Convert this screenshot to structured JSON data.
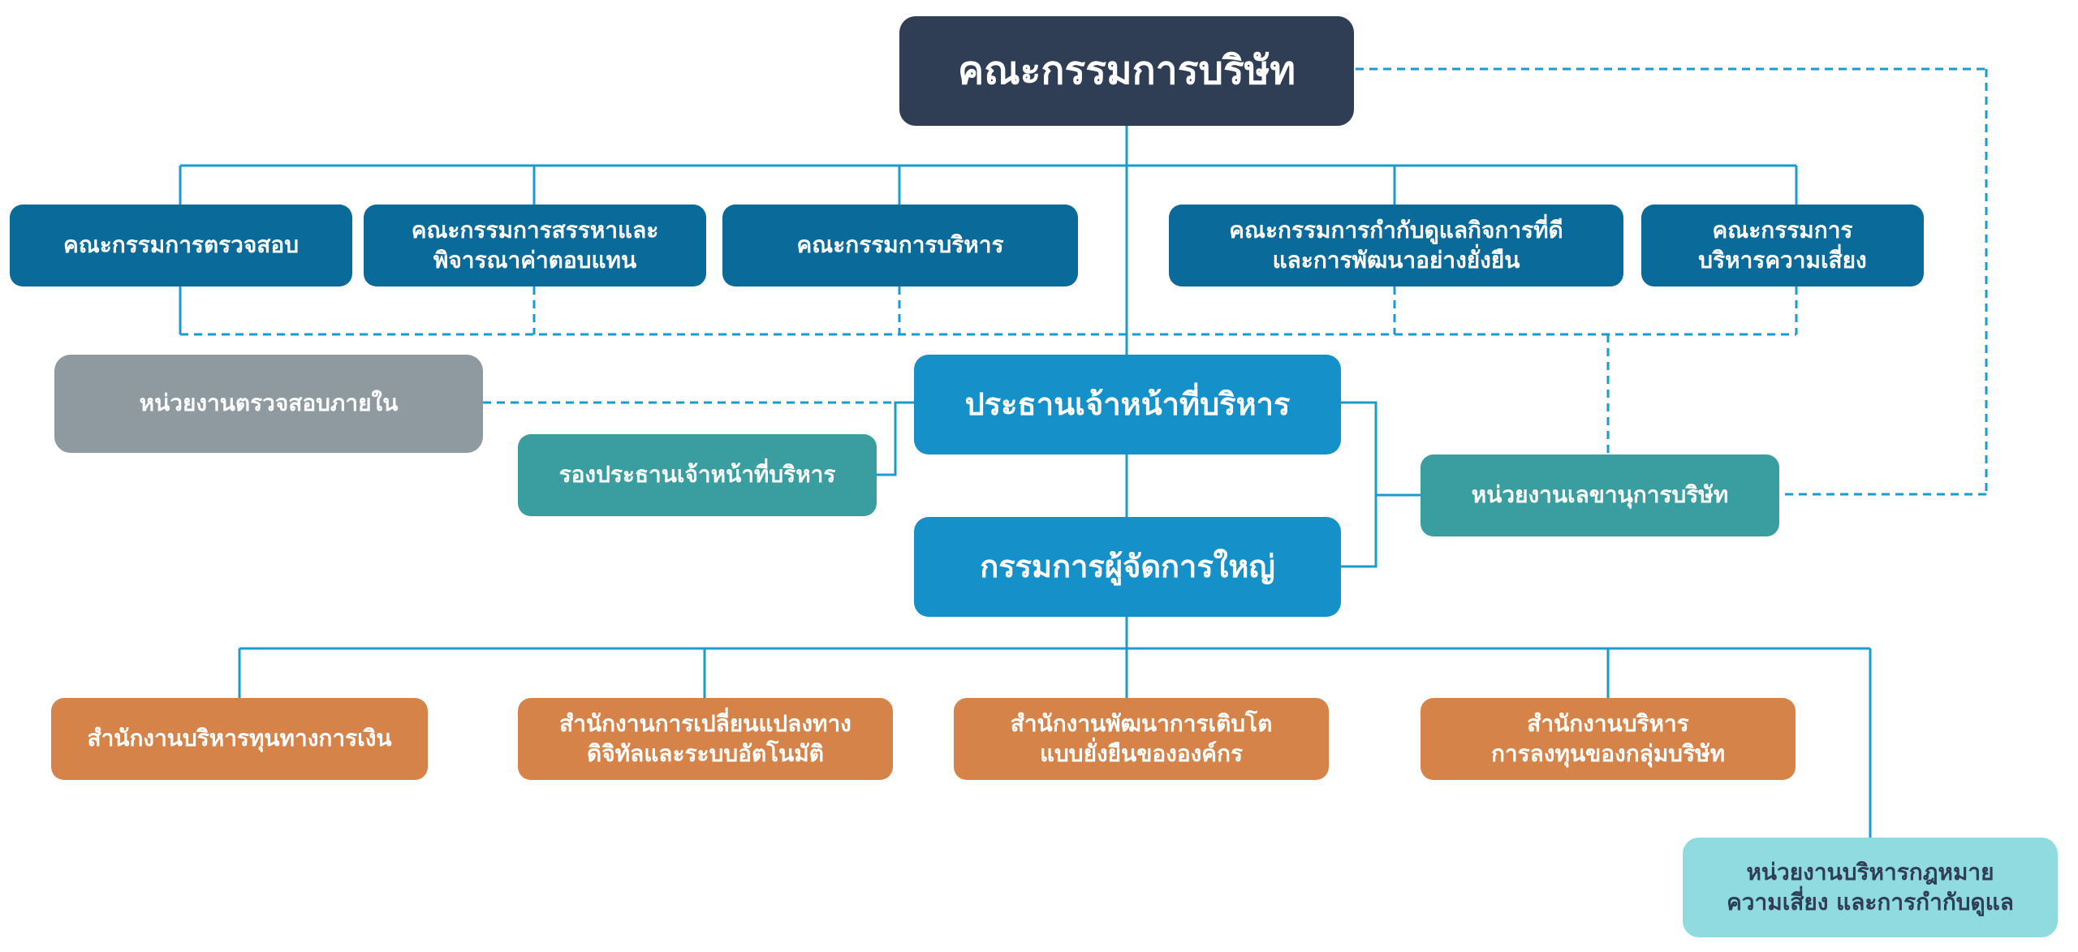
{
  "board": "คณะกรรมการบริษัท",
  "committees": {
    "audit": "คณะกรรมการตรวจสอบ",
    "nomination": "คณะกรรมการสรรหาและ\nพิจารณาค่าตอบแทน",
    "executive": "คณะกรรมการบริหาร",
    "governance": "คณะกรรมการกำกับดูแลกิจการที่ดี\nและการพัฒนาอย่างยั่งยืน",
    "risk": "คณะกรรมการ\nบริหารความเสี่ยง"
  },
  "internal_audit": "หน่วยงานตรวจสอบภายใน",
  "ceo": "ประธานเจ้าหน้าที่บริหาร",
  "deputy_ceo": "รองประธานเจ้าหน้าที่บริหาร",
  "company_secretary": "หน่วยงานเลขานุการบริษัท",
  "president": "กรรมการผู้จัดการใหญ่",
  "offices": {
    "finance": "สำนักงานบริหารทุนทางการเงิน",
    "digital": "สำนักงานการเปลี่ยนแปลงทาง\nดิจิทัลและระบบอัตโนมัติ",
    "growth": "สำนักงานพัฒนาการเติบโต\nแบบยั่งยืนขององค์กร",
    "investment": "สำนักงานบริหาร\nการลงทุนของกลุ่มบริษัท"
  },
  "legal": "หน่วยงานบริหารกฎหมาย\nความเสี่ยง และการกำกับดูแล",
  "colors": {
    "line": "#1a9bd0",
    "board": "#2f3e55",
    "committee": "#0a6b9a",
    "executive": "#1590c8",
    "internal_audit": "#8e9aa0",
    "support": "#3a9ea0",
    "office": "#d6834a",
    "legal": "#8fdbe0"
  }
}
